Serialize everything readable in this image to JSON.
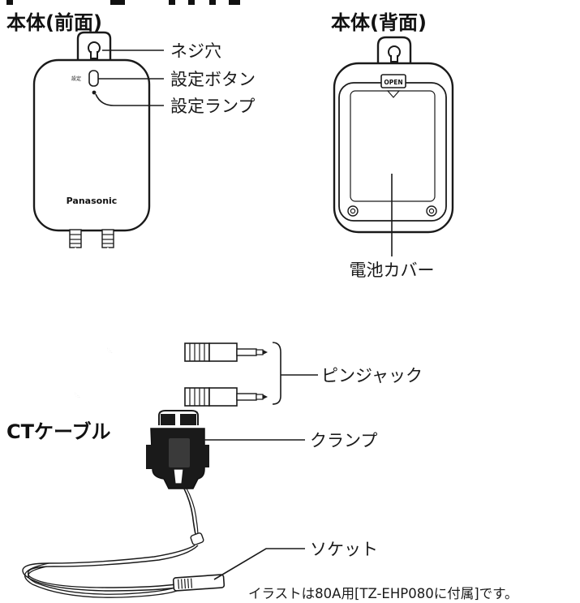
{
  "sections": {
    "front_heading": "本体(前面)",
    "back_heading": "本体(背面)",
    "ct_heading": "CTケーブル"
  },
  "front_labels": {
    "screw_hole": "ネジ穴",
    "setting_button": "設定ボタン",
    "setting_lamp": "設定ランプ"
  },
  "device_text": {
    "brand": "Panasonic",
    "button_tag": "設定",
    "open_tab": "OPEN"
  },
  "back_labels": {
    "battery_cover": "電池カバー"
  },
  "cable_labels": {
    "pin_jack": "ピンジャック",
    "clamp": "クランプ",
    "socket": "ソケット"
  },
  "footnote": "イラストは80A用[TZ-EHP080に付属]です。"
}
